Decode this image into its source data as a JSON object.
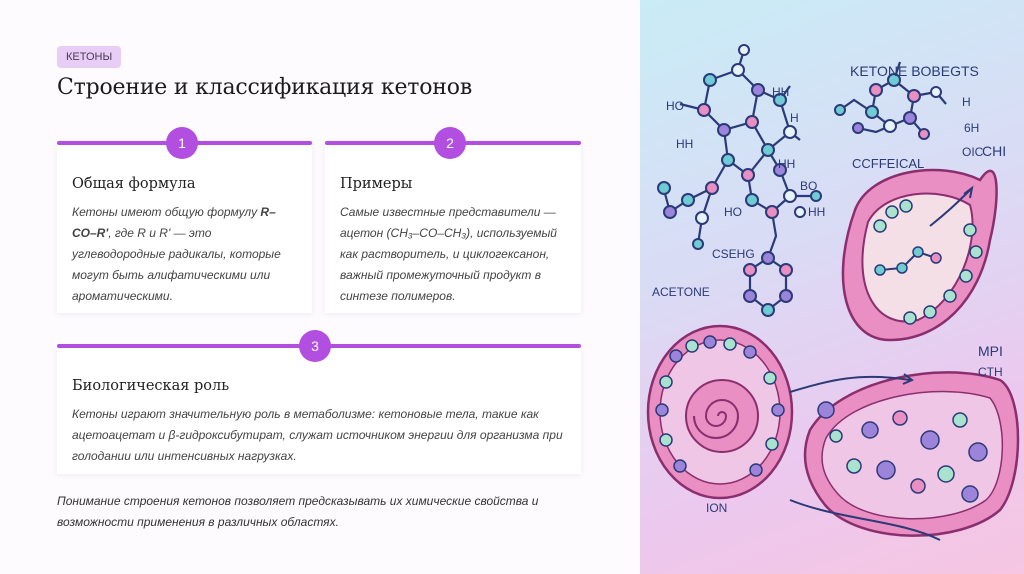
{
  "tag": "КЕТОНЫ",
  "title": "Строение и классификация кетонов",
  "cards": [
    {
      "number": "1",
      "heading": "Общая формула",
      "body_pre": "Кетоны имеют общую формулу ",
      "body_formula": "R–CO–R'",
      "body_post": ", где R и R' — это углеводородные радикалы, которые могут быть алифатическими или ароматическими."
    },
    {
      "number": "2",
      "heading": "Примеры",
      "body": "Самые известные представители — ацетон (CH₃–CO–CH₃), используемый как растворитель, и циклогексанон, важный промежуточный продукт в синтезе полимеров."
    },
    {
      "number": "3",
      "heading": "Биологическая роль",
      "body": "Кетоны играют значительную роль в метаболизме: кетоновые тела, такие как ацетоацетат и β-гидроксибутират, служат источником энергии для организма при голодании или интенсивных нагрузках."
    }
  ],
  "footer": "Понимание строения кетонов позволяет предсказывать их химические свойства и возможности применения в различных областях.",
  "illustration": {
    "labels": [
      "KETONE BOBEGTS",
      "HH",
      "HH",
      "HO",
      "HH",
      "H",
      "BO",
      "HH",
      "HO",
      "CSEHG",
      "ACETONE",
      "CHI",
      "OIC",
      "6H",
      "H",
      "CCFFEICAL",
      "CTH",
      "ION",
      "MPI"
    ],
    "colors": {
      "accent": "#b24fe0",
      "cell_pink": "#e98fc4",
      "cell_purple": "#9b84d9",
      "cyan": "#6fcbd4",
      "navy": "#2b3a78"
    }
  }
}
